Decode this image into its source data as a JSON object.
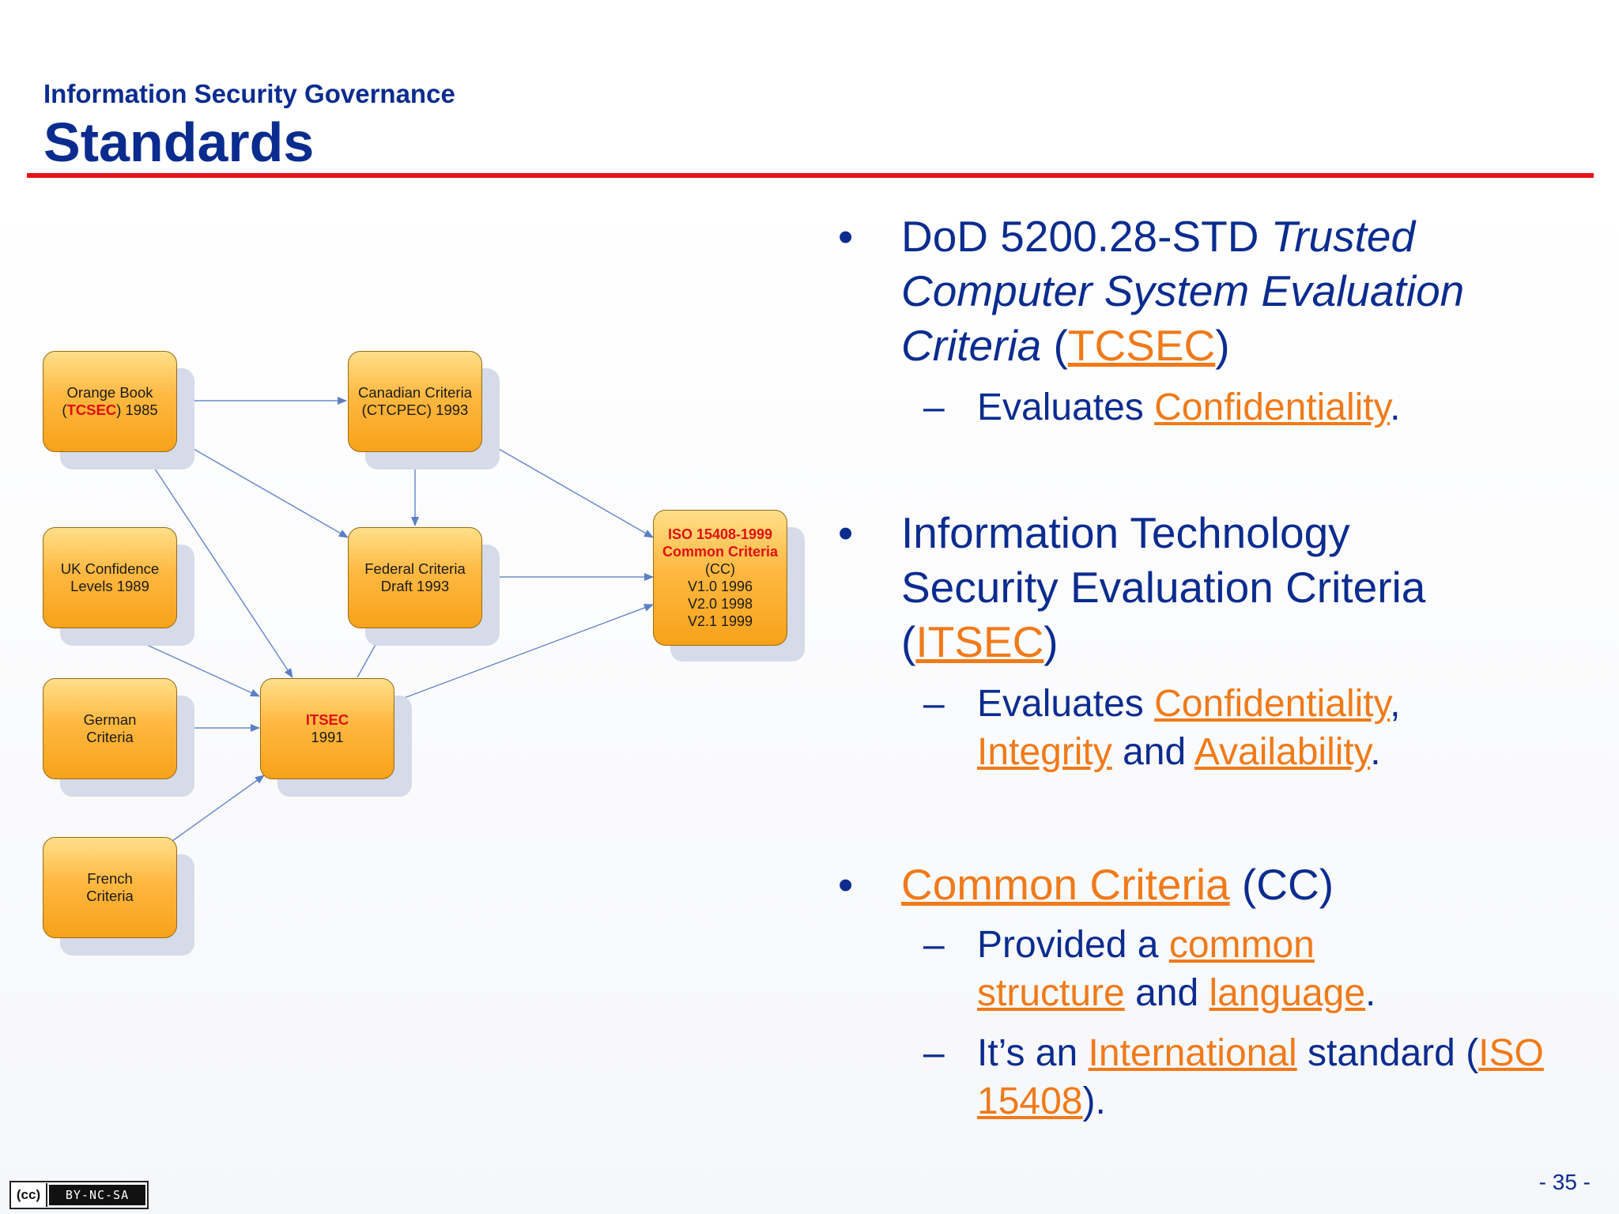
{
  "header": {
    "subtitle": "Information Security Governance",
    "title": "Standards"
  },
  "diagram": {
    "orange_book": {
      "line1": "Orange Book",
      "tcsec": "TCSEC",
      "line2_prefix": "(",
      "line2_suffix": ") 1985"
    },
    "canadian": {
      "line1": "Canadian Criteria",
      "line2": "(CTCPEC) 1993"
    },
    "uk": {
      "line1": "UK Confidence",
      "line2": "Levels 1989"
    },
    "federal": {
      "line1": "Federal Criteria",
      "line2": "Draft 1993"
    },
    "german": {
      "line1": "German",
      "line2": "Criteria"
    },
    "itsec": {
      "line1": "ITSEC",
      "line2": "1991"
    },
    "french": {
      "line1": "French",
      "line2": "Criteria"
    },
    "iso": {
      "line1": "ISO 15408-1999",
      "line2": "Common Criteria",
      "line3": "(CC)",
      "line4": "V1.0 1996",
      "line5": "V2.0 1998",
      "line6": "V2.1 1999"
    }
  },
  "bullets": {
    "bullet_char": "•",
    "dash_char": "–",
    "b1": {
      "pre": "DoD 5200.28-STD ",
      "italic": "Trusted Computer System Evaluation Criteria",
      "open": " (",
      "link": "TCSEC",
      "close": ")"
    },
    "b1_sub": {
      "pre": "Evaluates ",
      "link": "Confidentiality",
      "post": "."
    },
    "b2": {
      "pre": "Information Technology Security Evaluation Criteria (",
      "link": "ITSEC",
      "close": ")"
    },
    "b2_sub": {
      "pre": "Evaluates ",
      "link1": "Confidentiality",
      "sep1": ", ",
      "link2": "Integrity",
      "mid": " and ",
      "link3": "Availability",
      "post": "."
    },
    "b3": {
      "link": "Common Criteria",
      "post": " (CC)"
    },
    "b3_sub1": {
      "pre": "Provided a ",
      "link1": "common structure",
      "mid": " and ",
      "link2": "language",
      "post": "."
    },
    "b3_sub2": {
      "pre": "It’s an ",
      "link1": "International",
      "mid": " standard (",
      "link2": "ISO 15408",
      "post": ")."
    }
  },
  "footer": {
    "page_number": "- 35 -",
    "license_cc": "(cc)",
    "license_text": "BY-NC-SA"
  },
  "colors": {
    "title_blue": "#0b2c8f",
    "rule_red": "#e4141b",
    "link_orange": "#f07a1a",
    "box_orange": "#f7a21b",
    "arrow_blue": "#5a7fc4"
  }
}
